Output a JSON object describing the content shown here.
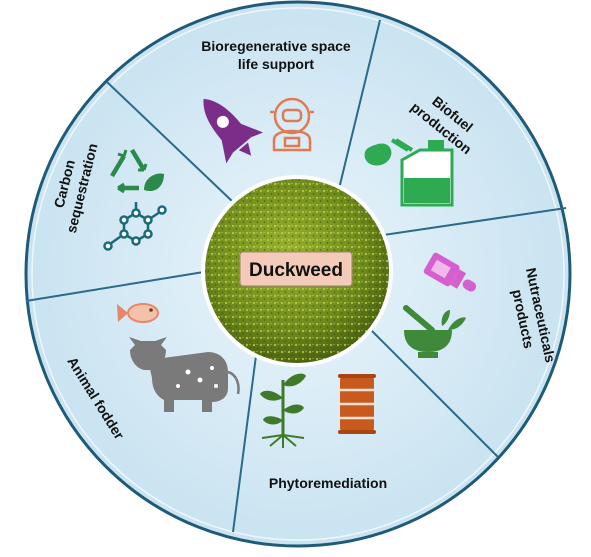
{
  "center": {
    "label": "Duckweed"
  },
  "segments": [
    {
      "id": "space",
      "lines": [
        "Bioregenerative space",
        "life support"
      ],
      "icons": [
        "rocket-icon",
        "astronaut-icon"
      ]
    },
    {
      "id": "biofuel",
      "lines": [
        "Biofuel",
        "production"
      ],
      "icons": [
        "fuel-drop-icon",
        "fuel-canister-icon"
      ]
    },
    {
      "id": "nutra",
      "lines": [
        "Nutraceuticals",
        "products"
      ],
      "icons": [
        "pill-bottle-icon",
        "mortar-pestle-icon"
      ]
    },
    {
      "id": "phyto",
      "lines": [
        "Phytoremediation"
      ],
      "icons": [
        "plant-icon",
        "oil-barrel-icon"
      ]
    },
    {
      "id": "fodder",
      "lines": [
        "Animal fodder"
      ],
      "icons": [
        "fish-icon",
        "cow-icon"
      ]
    },
    {
      "id": "carbon",
      "lines": [
        "Carbon",
        "sequestration"
      ],
      "icons": [
        "recycle-leaf-icon",
        "molecule-icon"
      ]
    }
  ],
  "colors": {
    "ring": "#d8ecf6",
    "ring_border": "#1f5b78",
    "divider": "#2b6a8a",
    "duckweed_green": "#7e9a22",
    "label_box": "#f4cbb9",
    "rocket": "#7b2d8a",
    "astronaut": "#e07a53",
    "biofuel": "#2eaa52",
    "pills": "#d65fcf",
    "mortar": "#3f8a3a",
    "plant": "#3e7a2a",
    "barrel": "#c85a1e",
    "fish": "#e8866a",
    "cow": "#7a7a7a",
    "carbon": "#2a8a4a",
    "molecule": "#1a6a7a"
  }
}
